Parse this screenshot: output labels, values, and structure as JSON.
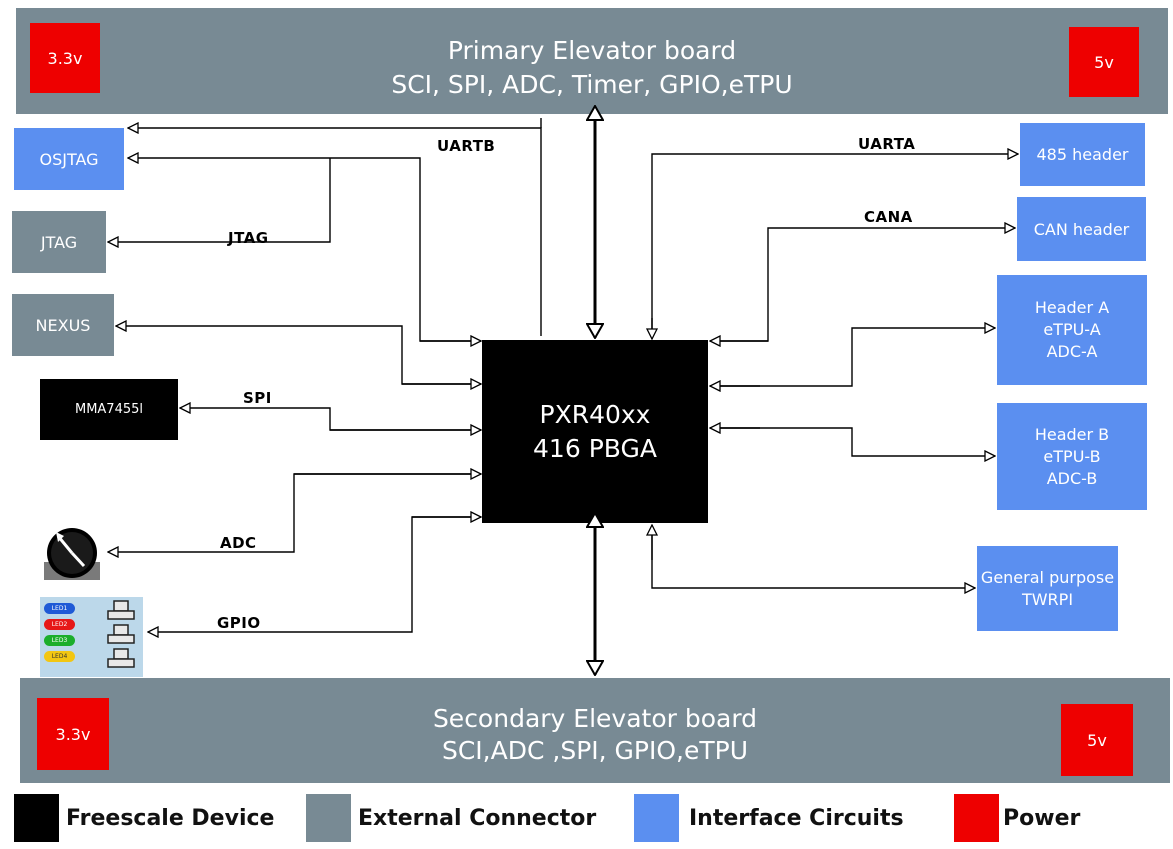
{
  "primary_board": {
    "line1": "Primary Elevator board",
    "line2": "SCI, SPI, ADC, Timer, GPIO,eTPU",
    "power_left": "3.3v",
    "power_right": "5v"
  },
  "secondary_board": {
    "line1": "Secondary Elevator board",
    "line2": "SCI,ADC ,SPI, GPIO,eTPU",
    "power_left": "3.3v",
    "power_right": "5v"
  },
  "chip": {
    "line1": "PXR40xx",
    "line2": "416 PBGA"
  },
  "left_blocks": {
    "osjtag": "OSJTAG",
    "jtag": "JTAG",
    "nexus": "NEXUS",
    "mma": "MMA7455l"
  },
  "right_blocks": {
    "rs485": "485 header",
    "can": "CAN header",
    "header_a": [
      "Header A",
      "eTPU-A",
      "ADC-A"
    ],
    "header_b": [
      "Header B",
      "eTPU-B",
      "ADC-B"
    ],
    "general": [
      "General purpose",
      "TWRPI"
    ]
  },
  "signals": {
    "uartb": "UARTB",
    "uarta": "UARTA",
    "cana": "CANA",
    "jtag": "JTAG",
    "spi": "SPI",
    "adc": "ADC",
    "gpio": "GPIO"
  },
  "legend": [
    {
      "label": "Freescale Device",
      "color": "#000000"
    },
    {
      "label": "External Connector",
      "color": "#788a94"
    },
    {
      "label": "Interface Circuits",
      "color": "#5b8ff0"
    },
    {
      "label": "Power",
      "color": "#ee0000"
    }
  ],
  "led_labels": [
    "LED1",
    "LED2",
    "LED3",
    "LED4"
  ]
}
